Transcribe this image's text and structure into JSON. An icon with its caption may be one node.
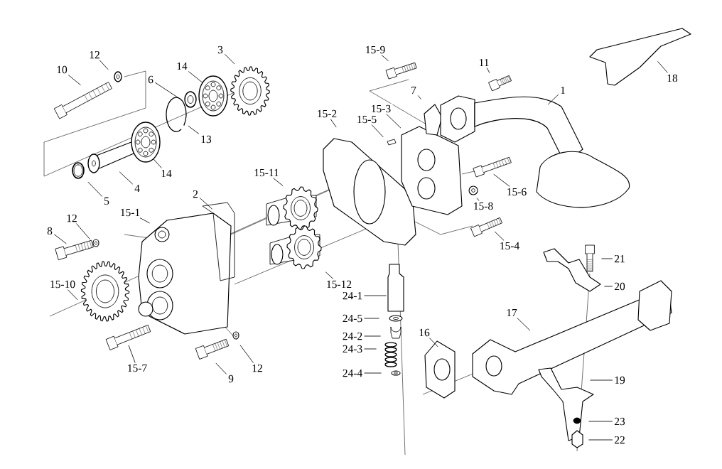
{
  "diagram": {
    "nodes": [
      {
        "text": [
          "12"
        ]
      },
      {
        "text": [
          "10"
        ]
      },
      {
        "text": [
          "3"
        ]
      },
      {
        "text": [
          "14"
        ]
      },
      {
        "text": [
          "6"
        ]
      },
      {
        "text": [
          "13"
        ]
      },
      {
        "text": [
          "14"
        ]
      },
      {
        "text": [
          "4"
        ]
      },
      {
        "text": [
          "5"
        ]
      },
      {
        "text": [
          "15-9"
        ]
      },
      {
        "text": [
          "11"
        ]
      },
      {
        "text": [
          "7"
        ]
      },
      {
        "text": [
          "1"
        ]
      },
      {
        "text": [
          "18"
        ]
      },
      {
        "text": [
          "15-2"
        ]
      },
      {
        "text": [
          "15-3"
        ]
      },
      {
        "text": [
          "15-5"
        ]
      },
      {
        "text": [
          "15-11"
        ]
      },
      {
        "text": [
          "15-6"
        ]
      },
      {
        "text": [
          "2"
        ]
      },
      {
        "text": [
          "15-8"
        ]
      },
      {
        "text": [
          "15-1"
        ]
      },
      {
        "text": [
          "12"
        ]
      },
      {
        "text": [
          "8"
        ]
      },
      {
        "text": [
          "15-4"
        ]
      },
      {
        "text": [
          "21"
        ]
      },
      {
        "text": [
          "15-12"
        ]
      },
      {
        "text": [
          "15-10"
        ]
      },
      {
        "text": [
          "20"
        ]
      },
      {
        "text": [
          "24-1"
        ]
      },
      {
        "text": [
          "17"
        ]
      },
      {
        "text": [
          "24-5"
        ]
      },
      {
        "text": [
          "16"
        ]
      },
      {
        "text": [
          "24-2"
        ]
      },
      {
        "text": [
          "24-3"
        ]
      },
      {
        "text": [
          "15-7"
        ]
      },
      {
        "text": [
          "12"
        ]
      },
      {
        "text": [
          "24-4"
        ]
      },
      {
        "text": [
          "9"
        ]
      },
      {
        "text": [
          "19"
        ]
      },
      {
        "text": [
          "23"
        ]
      },
      {
        "text": [
          "22"
        ]
      }
    ],
    "edges": [
      {
        "from": 0,
        "to": null,
        "arrow": "none"
      },
      {
        "from": 1,
        "to": null,
        "arrow": "none"
      },
      {
        "from": 2,
        "to": null,
        "arrow": "none"
      },
      {
        "from": 3,
        "to": null,
        "arrow": "none"
      },
      {
        "from": 4,
        "to": null,
        "arrow": "none"
      },
      {
        "from": 5,
        "to": null,
        "arrow": "none"
      },
      {
        "from": 6,
        "to": null,
        "arrow": "none"
      },
      {
        "from": 7,
        "to": null,
        "arrow": "none"
      },
      {
        "from": 8,
        "to": null,
        "arrow": "none"
      },
      {
        "from": 9,
        "to": null,
        "arrow": "none"
      },
      {
        "from": 10,
        "to": null,
        "arrow": "none"
      },
      {
        "from": 11,
        "to": null,
        "arrow": "none"
      },
      {
        "from": 12,
        "to": null,
        "arrow": "none"
      },
      {
        "from": 13,
        "to": null,
        "arrow": "none"
      },
      {
        "from": 14,
        "to": null,
        "arrow": "none"
      },
      {
        "from": 15,
        "to": null,
        "arrow": "none"
      },
      {
        "from": 16,
        "to": null,
        "arrow": "none"
      },
      {
        "from": 17,
        "to": null,
        "arrow": "none"
      },
      {
        "from": 18,
        "to": null,
        "arrow": "none"
      },
      {
        "from": 19,
        "to": null,
        "arrow": "none"
      },
      {
        "from": 20,
        "to": null,
        "arrow": "none"
      },
      {
        "from": 21,
        "to": null,
        "arrow": "none"
      },
      {
        "from": 22,
        "to": null,
        "arrow": "none"
      },
      {
        "from": 23,
        "to": null,
        "arrow": "none"
      },
      {
        "from": 24,
        "to": null,
        "arrow": "none"
      },
      {
        "from": 25,
        "to": null,
        "arrow": "none"
      },
      {
        "from": 26,
        "to": null,
        "arrow": "none"
      },
      {
        "from": 27,
        "to": null,
        "arrow": "none"
      },
      {
        "from": 28,
        "to": null,
        "arrow": "none"
      },
      {
        "from": 29,
        "to": null,
        "arrow": "none"
      },
      {
        "from": 30,
        "to": null,
        "arrow": "none"
      },
      {
        "from": 31,
        "to": null,
        "arrow": "none"
      },
      {
        "from": 32,
        "to": null,
        "arrow": "none"
      },
      {
        "from": 33,
        "to": null,
        "arrow": "none"
      },
      {
        "from": 34,
        "to": null,
        "arrow": "none"
      },
      {
        "from": 35,
        "to": null,
        "arrow": "none"
      },
      {
        "from": 36,
        "to": null,
        "arrow": "none"
      },
      {
        "from": 37,
        "to": null,
        "arrow": "none"
      },
      {
        "from": 38,
        "to": null,
        "arrow": "none"
      },
      {
        "from": 39,
        "to": null,
        "arrow": "none"
      },
      {
        "from": 40,
        "to": null,
        "arrow": "none"
      },
      {
        "from": 41,
        "to": null,
        "arrow": "none"
      }
    ]
  }
}
